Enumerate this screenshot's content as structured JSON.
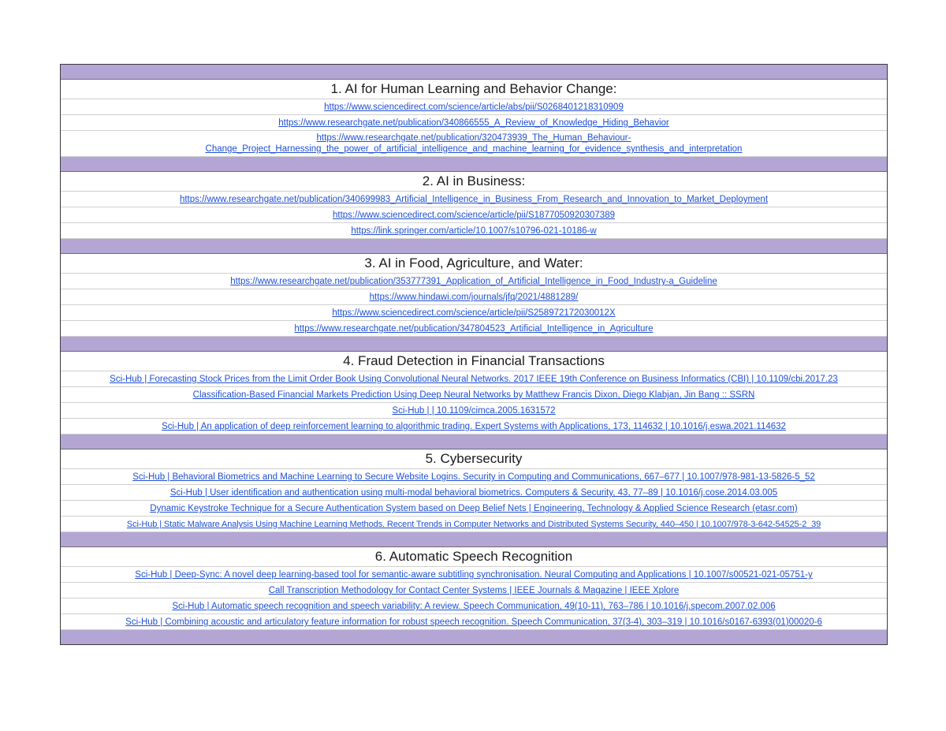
{
  "sections": [
    {
      "title": "1. AI for Human Learning and Behavior Change:",
      "links": [
        "https://www.sciencedirect.com/science/article/abs/pii/S0268401218310909",
        "https://www.researchgate.net/publication/340866555_A_Review_of_Knowledge_Hiding_Behavior",
        "https://www.researchgate.net/publication/320473939_The_Human_Behaviour-Change_Project_Harnessing_the_power_of_artificial_intelligence_and_machine_learning_for_evidence_synthesis_and_interpretation"
      ]
    },
    {
      "title": "2. AI in Business:",
      "links": [
        "https://www.researchgate.net/publication/340699983_Artificial_Intelligence_in_Business_From_Research_and_Innovation_to_Market_Deployment",
        "https://www.sciencedirect.com/science/article/pii/S1877050920307389",
        "https://link.springer.com/article/10.1007/s10796-021-10186-w"
      ]
    },
    {
      "title": "3. AI in Food, Agriculture, and Water:",
      "links": [
        "https://www.researchgate.net/publication/353777391_Application_of_Artificial_Intelligence_in_Food_Industry-a_Guideline",
        "https://www.hindawi.com/journals/jfq/2021/4881289/",
        "https://www.sciencedirect.com/science/article/pii/S258972172030012X",
        "https://www.researchgate.net/publication/347804523_Artificial_Intelligence_in_Agriculture"
      ]
    },
    {
      "title": "4. Fraud Detection in Financial Transactions",
      "links": [
        "Sci-Hub | Forecasting Stock Prices from the Limit Order Book Using Convolutional Neural Networks. 2017 IEEE 19th Conference on Business Informatics (CBI) | 10.1109/cbi.2017.23",
        "Classification-Based Financial Markets Prediction Using Deep Neural Networks by Matthew Francis Dixon, Diego Klabjan, Jin Bang :: SSRN",
        "Sci-Hub | | 10.1109/cimca.2005.1631572",
        "Sci-Hub | An application of deep reinforcement learning to algorithmic trading. Expert Systems with Applications, 173, 114632 | 10.1016/j.eswa.2021.114632"
      ]
    },
    {
      "title": "5. Cybersecurity",
      "links": [
        "Sci-Hub | Behavioral Biometrics and Machine Learning to Secure Website Logins. Security in Computing and Communications, 667–677 | 10.1007/978-981-13-5826-5_52",
        "Sci-Hub | User identification and authentication using multi-modal behavioral biometrics. Computers & Security, 43, 77–89 | 10.1016/j.cose.2014.03.005",
        "Dynamic Keystroke Technique for a Secure Authentication System based on Deep Belief Nets | Engineering, Technology & Applied Science Research (etasr.com)",
        "Sci-Hub | Static Malware Analysis Using Machine Learning Methods. Recent Trends in Computer Networks and Distributed Systems Security, 440–450 | 10.1007/978-3-642-54525-2_39"
      ]
    },
    {
      "title": "6. Automatic Speech Recognition",
      "links": [
        "Sci-Hub | Deep-Sync: A novel deep learning-based tool for semantic-aware subtitling synchronisation. Neural Computing and Applications | 10.1007/s00521-021-05751-y",
        "Call Transcription Methodology for Contact Center Systems | IEEE Journals & Magazine | IEEE Xplore",
        "Sci-Hub | Automatic speech recognition and speech variability: A review. Speech Communication, 49(10-11), 763–786 | 10.1016/j.specom.2007.02.006",
        "Sci-Hub | Combining acoustic and articulatory feature information for robust speech recognition. Speech Communication, 37(3-4), 303–319 | 10.1016/s0167-6393(01)00020-6"
      ]
    }
  ]
}
